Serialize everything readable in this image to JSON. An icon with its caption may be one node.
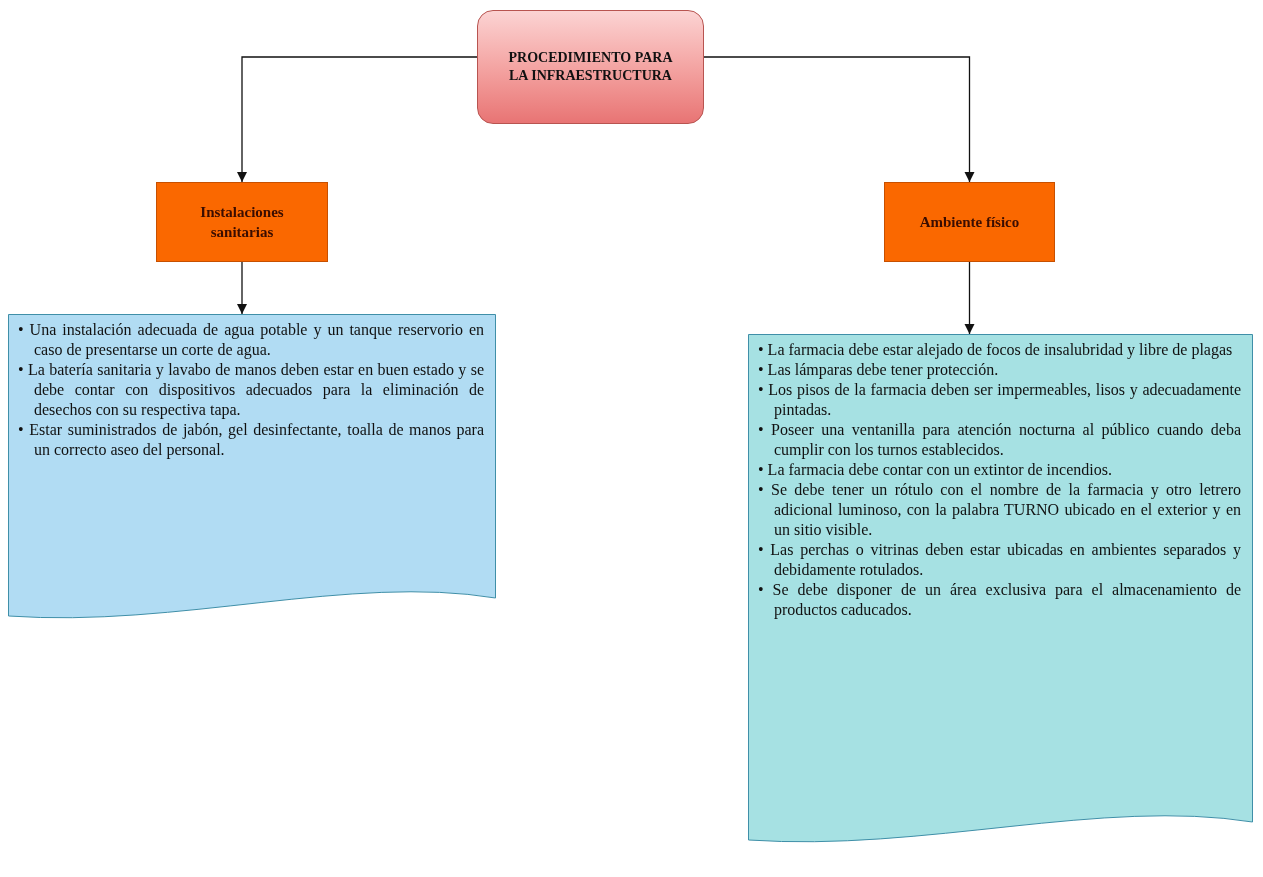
{
  "diagram": {
    "nodes": [
      {
        "text": [
          "PROCEDIMIENTO PARA LA INFRAESTRUCTURA"
        ]
      },
      {
        "text": [
          "Instalaciones sanitarias"
        ]
      },
      {
        "text": [
          "Ambiente físico"
        ]
      },
      {
        "text": [
          "• Una instalación adecuada de agua potable y un tanque reservorio en caso de presentarse un corte de agua.",
          "• La batería sanitaria y lavabo de manos deben estar en buen estado y se debe contar con dispositivos adecuados para la eliminación de desechos con su respectiva tapa.",
          "• Estar suministrados de jabón, gel desinfectante, toalla de manos para un correcto aseo del personal."
        ]
      },
      {
        "text": [
          "• La farmacia debe estar alejado de focos de insalubridad y libre de plagas",
          "• Las lámparas debe tener protección.",
          "• Los pisos de la farmacia deben ser impermeables, lisos y adecuadamente pintadas.",
          "• Poseer una ventanilla para atención nocturna al público cuando deba cumplir con los turnos establecidos.",
          "• La farmacia debe contar con un extintor de incendios.",
          "• Se debe tener un rótulo con el nombre de la farmacia y otro letrero adicional luminoso, con la palabra TURNO ubicado en el exterior y en un sitio visible.",
          "• Las perchas o vitrinas deben estar ubicadas en ambientes separados y debidamente rotulados.",
          "• Se debe disponer de un área exclusiva para el almacenamiento de productos caducados."
        ]
      }
    ],
    "edges": [
      {
        "from": 0,
        "to": 1,
        "arrow": "to"
      },
      {
        "from": 0,
        "to": 2,
        "arrow": "to"
      },
      {
        "from": 1,
        "to": 3,
        "arrow": "to"
      },
      {
        "from": 2,
        "to": 4,
        "arrow": "to"
      }
    ]
  }
}
